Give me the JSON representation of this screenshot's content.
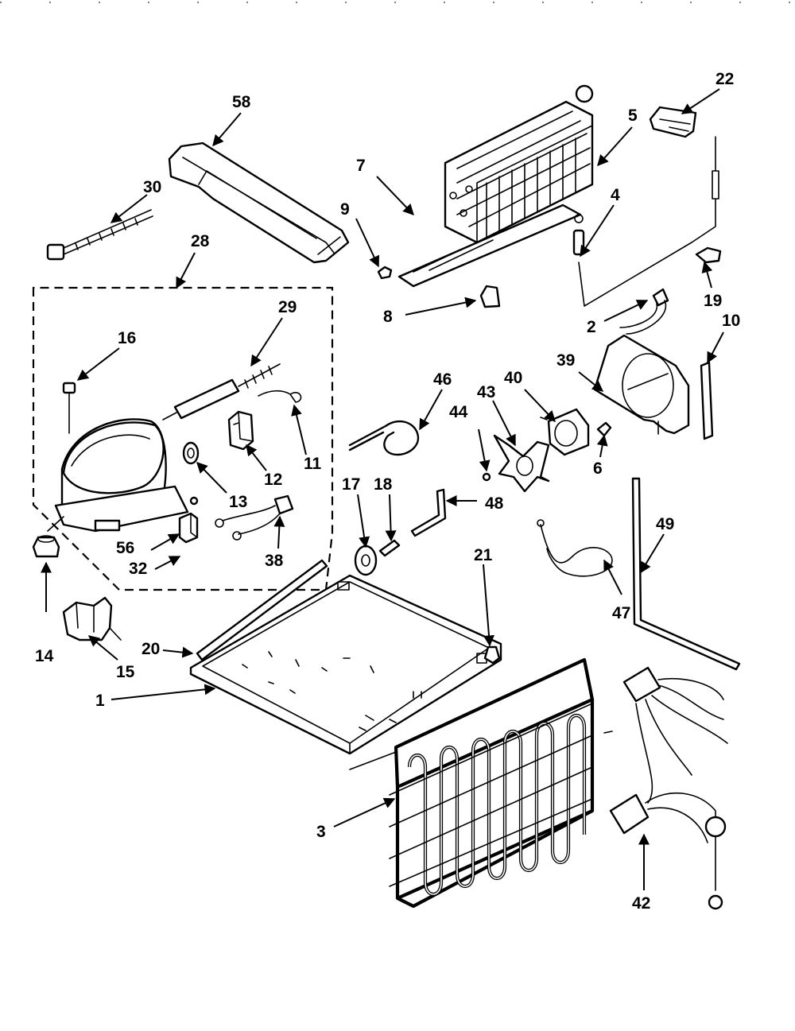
{
  "diagram": {
    "callouts": [
      "58",
      "30",
      "28",
      "16",
      "29",
      "11",
      "12",
      "13",
      "56",
      "32",
      "38",
      "14",
      "15",
      "20",
      "1",
      "7",
      "9",
      "8",
      "5",
      "22",
      "4",
      "19",
      "2",
      "10",
      "39",
      "40",
      "43",
      "44",
      "6",
      "46",
      "17",
      "18",
      "48",
      "21",
      "47",
      "49",
      "3",
      "42"
    ]
  }
}
